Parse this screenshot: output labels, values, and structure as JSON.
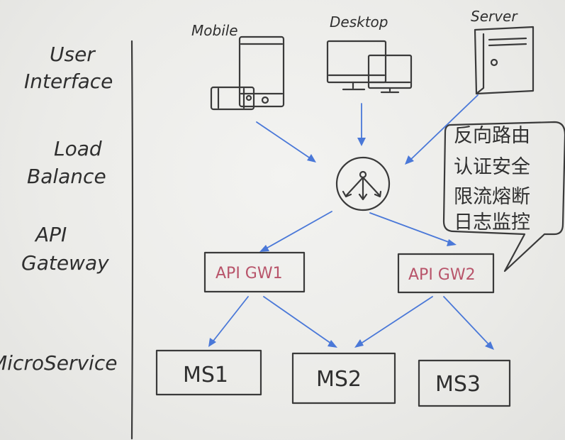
{
  "layers": {
    "user_interface": [
      "User",
      "Interface"
    ],
    "load_balance": [
      "Load",
      "Balance"
    ],
    "api_gateway": [
      "API",
      "Gateway"
    ],
    "microservice": "MicroService"
  },
  "devices": {
    "mobile": "Mobile",
    "desktop": "Desktop",
    "server": "Server"
  },
  "gateways": [
    "API GW1",
    "API GW2"
  ],
  "services": [
    "MS1",
    "MS2",
    "MS3"
  ],
  "callout_lines": [
    "反向路由",
    "认证安全",
    "限流熔断",
    "日志监控"
  ],
  "colors": {
    "ink": "#2f2f2f",
    "arrow": "#4a78d8",
    "gateway_text": "#b8546a",
    "board": "#ececea"
  }
}
